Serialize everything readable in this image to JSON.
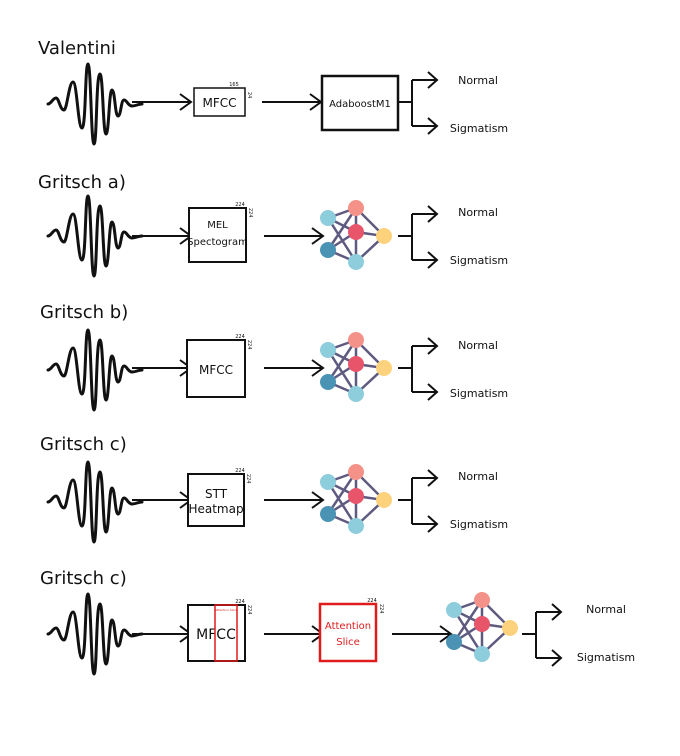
{
  "colors": {
    "stroke": "#111111",
    "attention": "#e01b1b",
    "node_cyan": "#8ecddc",
    "node_salmon": "#f4928a",
    "node_red": "#e8556b",
    "node_blue": "#4a93b4",
    "node_yellow": "#fdd27c",
    "edge": "#5e5a80"
  },
  "icons": {
    "waveform": "waveform-icon",
    "arrow": "arrow-right-icon",
    "network": "neural-network-icon",
    "split": "split-arrow-icon"
  },
  "rows": [
    {
      "title": "Valentini",
      "feature_lines": [
        "MFCC"
      ],
      "dims": [
        "165",
        "24"
      ],
      "classifier": "AdaboostM1",
      "outputs": [
        "Normal",
        "Sigmatism"
      ]
    },
    {
      "title": "Gritsch a)",
      "feature_lines": [
        "MEL",
        "Spectogram"
      ],
      "dims": [
        "224",
        "224"
      ],
      "classifier": "",
      "outputs": [
        "Normal",
        "Sigmatism"
      ]
    },
    {
      "title": "Gritsch b)",
      "feature_lines": [
        "MFCC"
      ],
      "dims": [
        "224",
        "224"
      ],
      "classifier": "",
      "outputs": [
        "Normal",
        "Sigmatism"
      ]
    },
    {
      "title": "Gritsch c)",
      "feature_lines": [
        "STT",
        "Heatmap"
      ],
      "dims": [
        "224",
        "224"
      ],
      "classifier": "",
      "outputs": [
        "Normal",
        "Sigmatism"
      ]
    },
    {
      "title": "Gritsch c)",
      "feature_lines": [
        "MFCC"
      ],
      "dims": [
        "224",
        "224"
      ],
      "overlay_label": "Attention Slice",
      "attention_lines": [
        "Attention",
        "Slice"
      ],
      "attention_dims": [
        "224",
        "224"
      ],
      "classifier": "",
      "outputs": [
        "Normal",
        "Sigmatism"
      ]
    }
  ]
}
